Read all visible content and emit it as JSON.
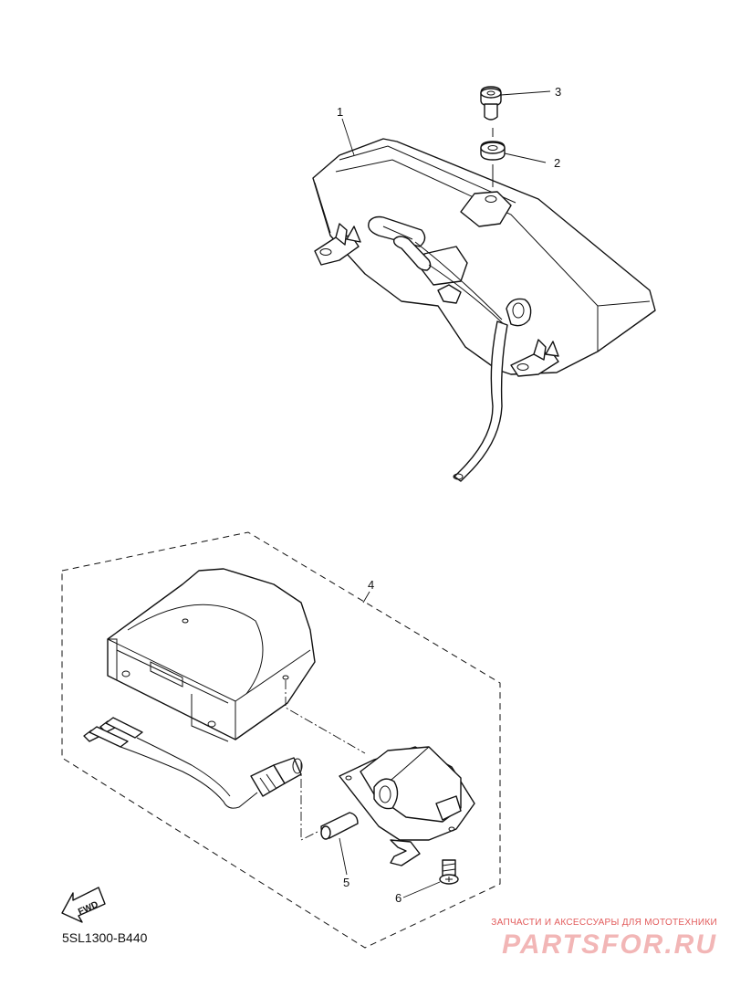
{
  "diagram": {
    "code": "5SL1300-B440",
    "callouts": [
      "1",
      "2",
      "3",
      "4",
      "5",
      "6"
    ],
    "fwd_label": "FWD"
  },
  "watermark": {
    "tagline": "ЗАПЧАСТИ И АКСЕССУАРЫ ДЛЯ МОТОТЕХНИКИ",
    "logo": "PARTSFOR.RU"
  }
}
